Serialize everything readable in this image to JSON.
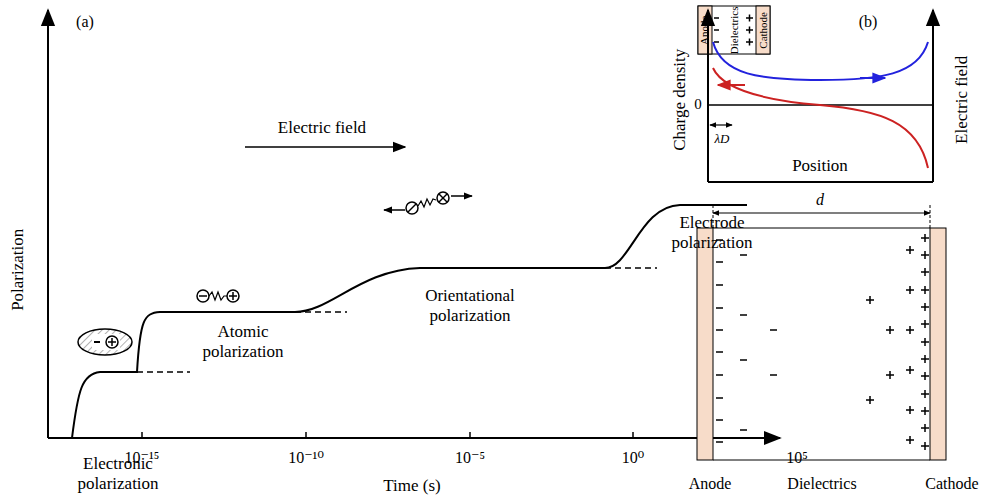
{
  "diagram": {
    "labels": [
      "(a)",
      "(b)",
      "Polarization",
      "Time (s)",
      "10⁻¹⁵",
      "10⁻¹⁰",
      "10⁻⁵",
      "10⁰",
      "10⁵",
      "Electric field",
      "Electronic polarization",
      "Atomic polarization",
      "Orientational polarization",
      "Electrode polarization",
      "Anode",
      "Dielectrics",
      "Cathode",
      "Charge density",
      "Electric field",
      "Position",
      "0",
      "λD",
      "d",
      "Anode",
      "Dielectrics",
      "Cathode"
    ]
  }
}
